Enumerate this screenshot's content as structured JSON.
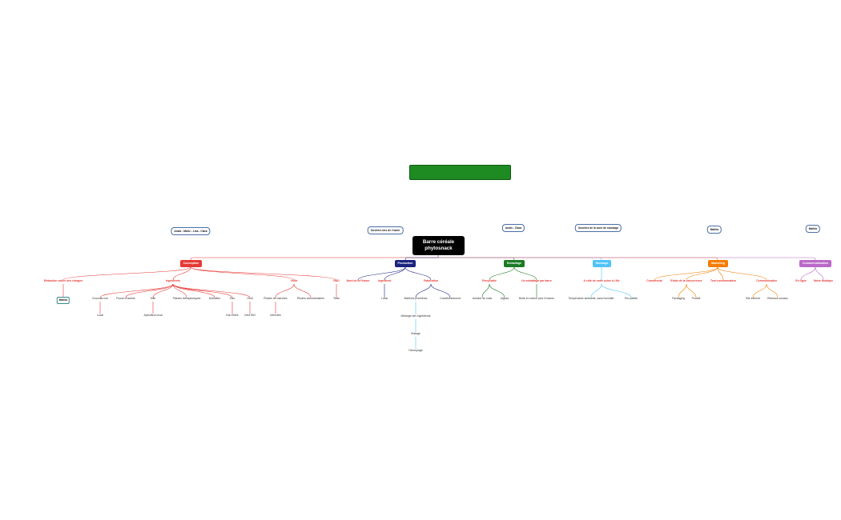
{
  "colors": {
    "conception": "#e53935",
    "production": "#1a237e",
    "emballage": "#1b7a23",
    "stockage": "#4fc3f7",
    "marketing": "#f57c00",
    "commercialisation": "#ba68c8",
    "banner": "#1e8a22",
    "callout_border": "#4a6fa5"
  },
  "root": {
    "label": "Barre céréale\nphytosnack"
  },
  "callouts": [
    {
      "label": "Anaïs - Marie - Lisa - Clara"
    },
    {
      "label": "Ouvriers lors de l'usine"
    },
    {
      "label": "Anaïs - Clara"
    },
    {
      "label": "Ouvriers de la zone de stockage"
    },
    {
      "label": "Mathis"
    },
    {
      "label": "Mathis"
    }
  ],
  "categories": [
    {
      "label": "Conception"
    },
    {
      "label": "Production"
    },
    {
      "label": "Emballage"
    },
    {
      "label": "Stockage"
    },
    {
      "label": "Marketing"
    },
    {
      "label": "Commercialisation"
    }
  ],
  "nodes": {
    "c1": "Rédaction cahier des charges",
    "c1a": "Mathis",
    "c2": "Ingrédients",
    "c2a": "Chocolat noir",
    "c2a1": "Local",
    "c2b": "Flocon d'avoine",
    "c2c": "Miel",
    "c2c1": "Apiculteur local",
    "c2d": "Plantes thérapeutiques",
    "c2e": "Noisettes",
    "c2f": "Eau",
    "c2f1": "Eau filtrée",
    "c2g": "Oeuf",
    "c2g1": "Oeuf BIO",
    "c3": "Veille",
    "c3a": "Études de marchés",
    "c3a1": "Interview",
    "c3b": "Études documentaires",
    "c4": "R&D",
    "c4a": "Tests",
    "p1": "Nord de la France",
    "p2": "Ingrédient",
    "p2a": "Local",
    "p3": "Fabrication",
    "p3a": "Matières premières",
    "p3a1": "Mélange des ingrédients",
    "p3a2": "Etalage",
    "p3a3": "Découpage",
    "p3b": "Conditionnement",
    "e1": "Recyclable",
    "e1a": "Amidon de maïs",
    "e1b": "Algues",
    "e2": "Un emballage par barre",
    "e2a": "Boite en carton pour 6 barres",
    "s1": "A côté de notre usine à Lille",
    "s1a": "Température ambiante, sans humidité",
    "s1b": "Par palette",
    "m1": "Commercial",
    "m2": "Etude de la concurrence",
    "m2a": "Packaging",
    "m2b": "Produit",
    "m3": "Test consommateur",
    "m4": "Communication",
    "m4a": "Site internet",
    "m4b": "Réseaux sociaux",
    "k1": "En ligne",
    "k2": "Notre boutique"
  }
}
